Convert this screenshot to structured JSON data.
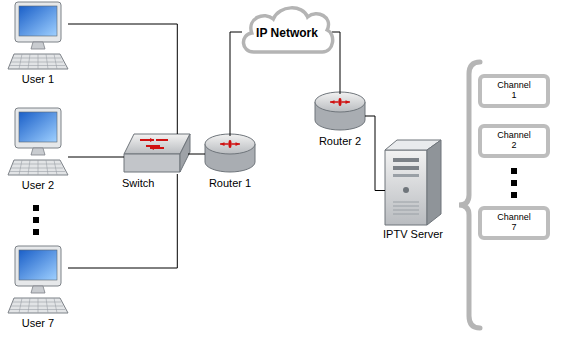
{
  "diagram": {
    "nodes": [
      {
        "text": [
          "User 1"
        ]
      },
      {
        "text": [
          "User 2"
        ]
      },
      {
        "text": [
          "User 7"
        ]
      },
      {
        "text": [
          "Switch"
        ]
      },
      {
        "text": [
          "Router 1"
        ]
      },
      {
        "text": [
          "IP Network"
        ]
      },
      {
        "text": [
          "Router 2"
        ]
      },
      {
        "text": [
          "IPTV Server"
        ]
      },
      {
        "text": [
          "Channel 1"
        ]
      },
      {
        "text": [
          "Channel 2"
        ]
      },
      {
        "text": [
          "Channel 7"
        ]
      }
    ],
    "edges": [
      {
        "from": 0,
        "to": 3,
        "arrow": "none"
      },
      {
        "from": 1,
        "to": 3,
        "arrow": "none"
      },
      {
        "from": 2,
        "to": 3,
        "arrow": "none"
      },
      {
        "from": 3,
        "to": 4,
        "arrow": "none"
      },
      {
        "from": 4,
        "to": 5,
        "arrow": "none"
      },
      {
        "from": 5,
        "to": 6,
        "arrow": "none"
      },
      {
        "from": 6,
        "to": 7,
        "arrow": "none"
      }
    ]
  }
}
